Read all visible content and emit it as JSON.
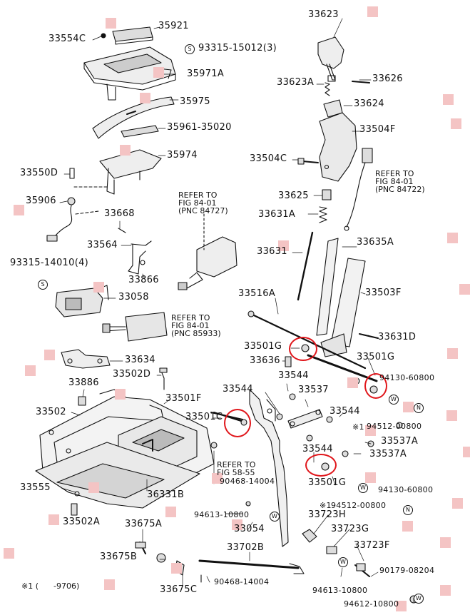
{
  "parts": {
    "p35921": "35921",
    "p33554c": "33554C",
    "p93315_15012": "93315-15012(3)",
    "p35971a": "35971A",
    "p35975": "35975",
    "p35961_35020": "35961-35020",
    "p35974": "35974",
    "p33550d": "33550D",
    "p35906": "35906",
    "p33668": "33668",
    "p33564": "33564",
    "p93315_14010": "93315-14010(4)",
    "p33866": "33866",
    "p33058": "33058",
    "p33634": "33634",
    "p33502d": "33502D",
    "p33886": "33886",
    "p33501f": "33501F",
    "p33502": "33502",
    "p33501c": "33501C",
    "p33555": "33555",
    "p36331b": "36331B",
    "p33502a": "33502A",
    "p33675a": "33675A",
    "p33675b": "33675B",
    "p33675c": "33675C",
    "p90468_14004_a": "90468-14004",
    "p90468_14004_b": "90468-14004",
    "p94613_10800_a": "94613-10800",
    "p33054": "33054",
    "p33702b": "33702B",
    "p33623": "33623",
    "p33626": "33626",
    "p33623a": "33623A",
    "p33624": "33624",
    "p33504f": "33504F",
    "p33504c": "33504C",
    "p33625": "33625",
    "p33631a": "33631A",
    "p33631": "33631",
    "p33635a": "33635A",
    "p33516a": "33516A",
    "p33503f": "33503F",
    "p33631d": "33631D",
    "p33501g_a": "33501G",
    "p33501g_b": "33501G",
    "p33501g_c": "33501G",
    "p33636": "33636",
    "p33544_a": "33544",
    "p33544_b": "33544",
    "p33544_c": "33544",
    "p33544_d": "33544",
    "p33537": "33537",
    "p94130_60800_a": "94130-60800",
    "p94130_60800_b": "94130-60800",
    "p94512_00800_a": "94512-00800",
    "p94512_00800_b": "94512-00800",
    "p33537a_a": "33537A",
    "p33537a_b": "33537A",
    "p33723h": "33723H",
    "p33723g": "33723G",
    "p33723f": "33723F",
    "p94613_10800_b": "94613-10800",
    "p90179_08204": "90179-08204",
    "p94612_10800": "94612-10800"
  },
  "refs": {
    "r84727": {
      "line1": "REFER TO",
      "line2": "FIG 84-01",
      "line3": "(PNC 84727)"
    },
    "r84722": {
      "line1": "REFER TO",
      "line2": "FIG 84-01",
      "line3": "(PNC 84722)"
    },
    "r85933": {
      "line1": "REFER TO",
      "line2": "FIG 84-01",
      "line3": "(PNC 85933)"
    },
    "r5855": {
      "line1": "REFER TO",
      "line2": "FIG 58-55"
    }
  },
  "symbols": {
    "s_letter": "S",
    "n_letter": "N",
    "w_letter": "W",
    "asterisk1": "※1"
  },
  "footnote": "※1 (      -9706)",
  "colors": {
    "ink": "#111111",
    "marker": "#f4c4c4",
    "highlight": "#e0161b"
  }
}
